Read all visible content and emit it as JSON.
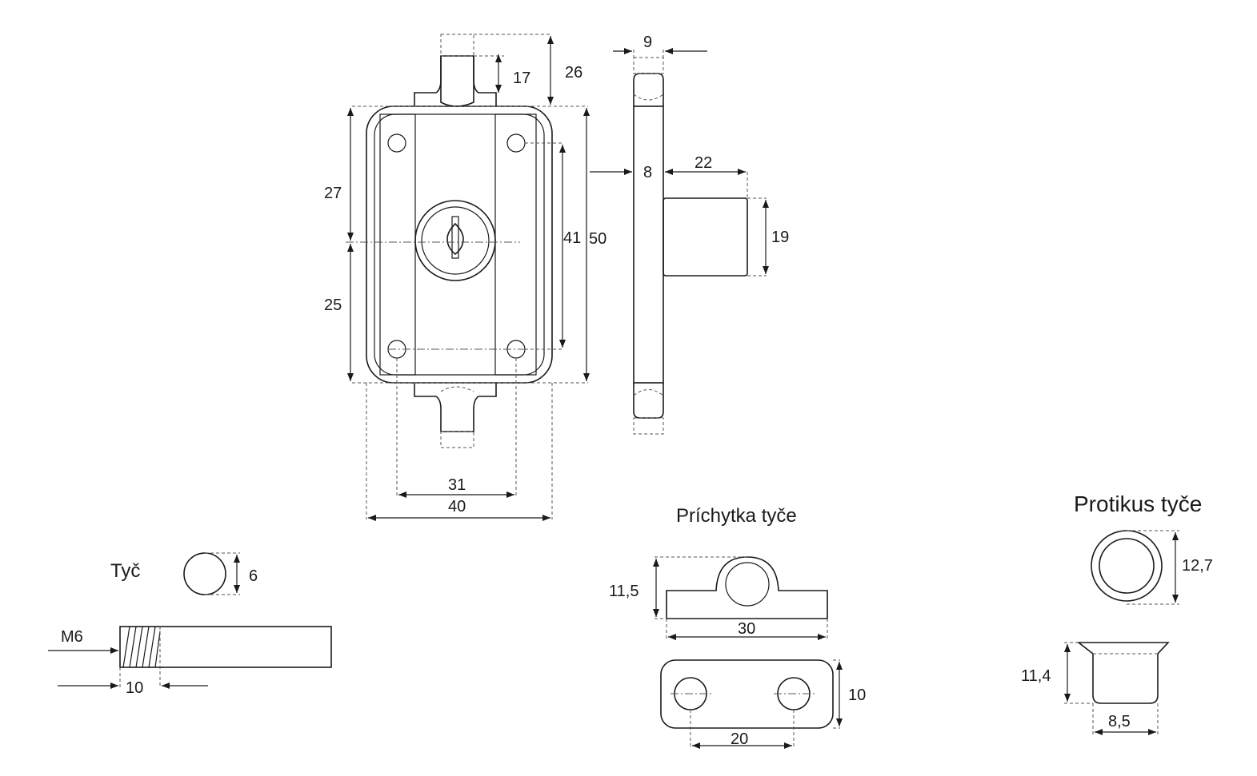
{
  "titles": {
    "bar": "Tyč",
    "clip": "Príchytka tyče",
    "counterpart": "Protikus tyče"
  },
  "dimensions": {
    "lock_top_bolt_height": "17",
    "lock_top_total": "26",
    "side_bolt_width": "9",
    "side_thickness": "8",
    "side_bolt_projection": "22",
    "side_bolt_height": "19",
    "lock_upper_half": "27",
    "lock_lower_half": "25",
    "lock_hole_spacing_v": "41",
    "lock_height": "50",
    "lock_hole_spacing_h": "31",
    "lock_width": "40",
    "bar_diameter": "6",
    "bar_thread": "M6",
    "bar_thread_length": "10",
    "clip_height": "11,5",
    "clip_length": "30",
    "clip_width": "10",
    "clip_hole_spacing": "20",
    "counterpart_diameter": "12,7",
    "counterpart_height": "11,4",
    "counterpart_inner": "8,5"
  }
}
